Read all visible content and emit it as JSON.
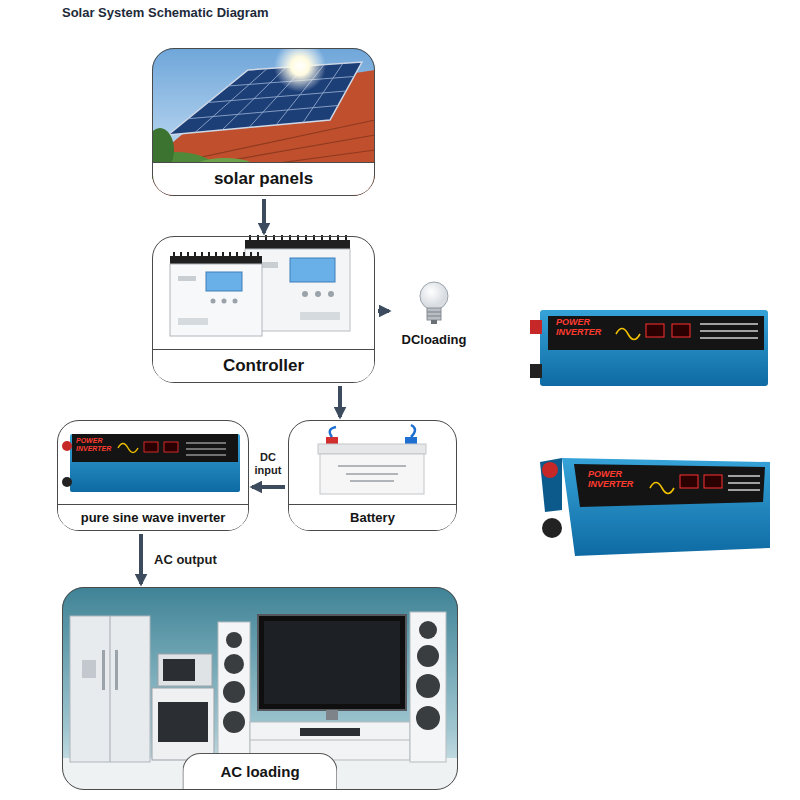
{
  "diagram": {
    "title": "Solar System Schematic Diagram",
    "nodes": [
      {
        "text": [
          "solar panels"
        ]
      },
      {
        "text": [
          "Controller"
        ]
      },
      {
        "text": [
          "DCloading"
        ]
      },
      {
        "text": [
          "pure sine wave inverter"
        ]
      },
      {
        "text": [
          "Battery"
        ]
      },
      {
        "text": [
          "AC loading"
        ]
      }
    ],
    "edges": [
      {
        "from": 0,
        "to": 1,
        "arrow": "to"
      },
      {
        "from": 1,
        "to": 2,
        "arrow": "to"
      },
      {
        "from": 1,
        "to": 4,
        "arrow": "to"
      },
      {
        "from": 4,
        "to": 3,
        "label": "DC input",
        "arrow": "to"
      },
      {
        "from": 3,
        "to": 5,
        "label": "AC output",
        "arrow": "to"
      }
    ],
    "labels": [
      "POWER INVERTER",
      "POWER INVERTER",
      "POWER INVERTER"
    ]
  }
}
